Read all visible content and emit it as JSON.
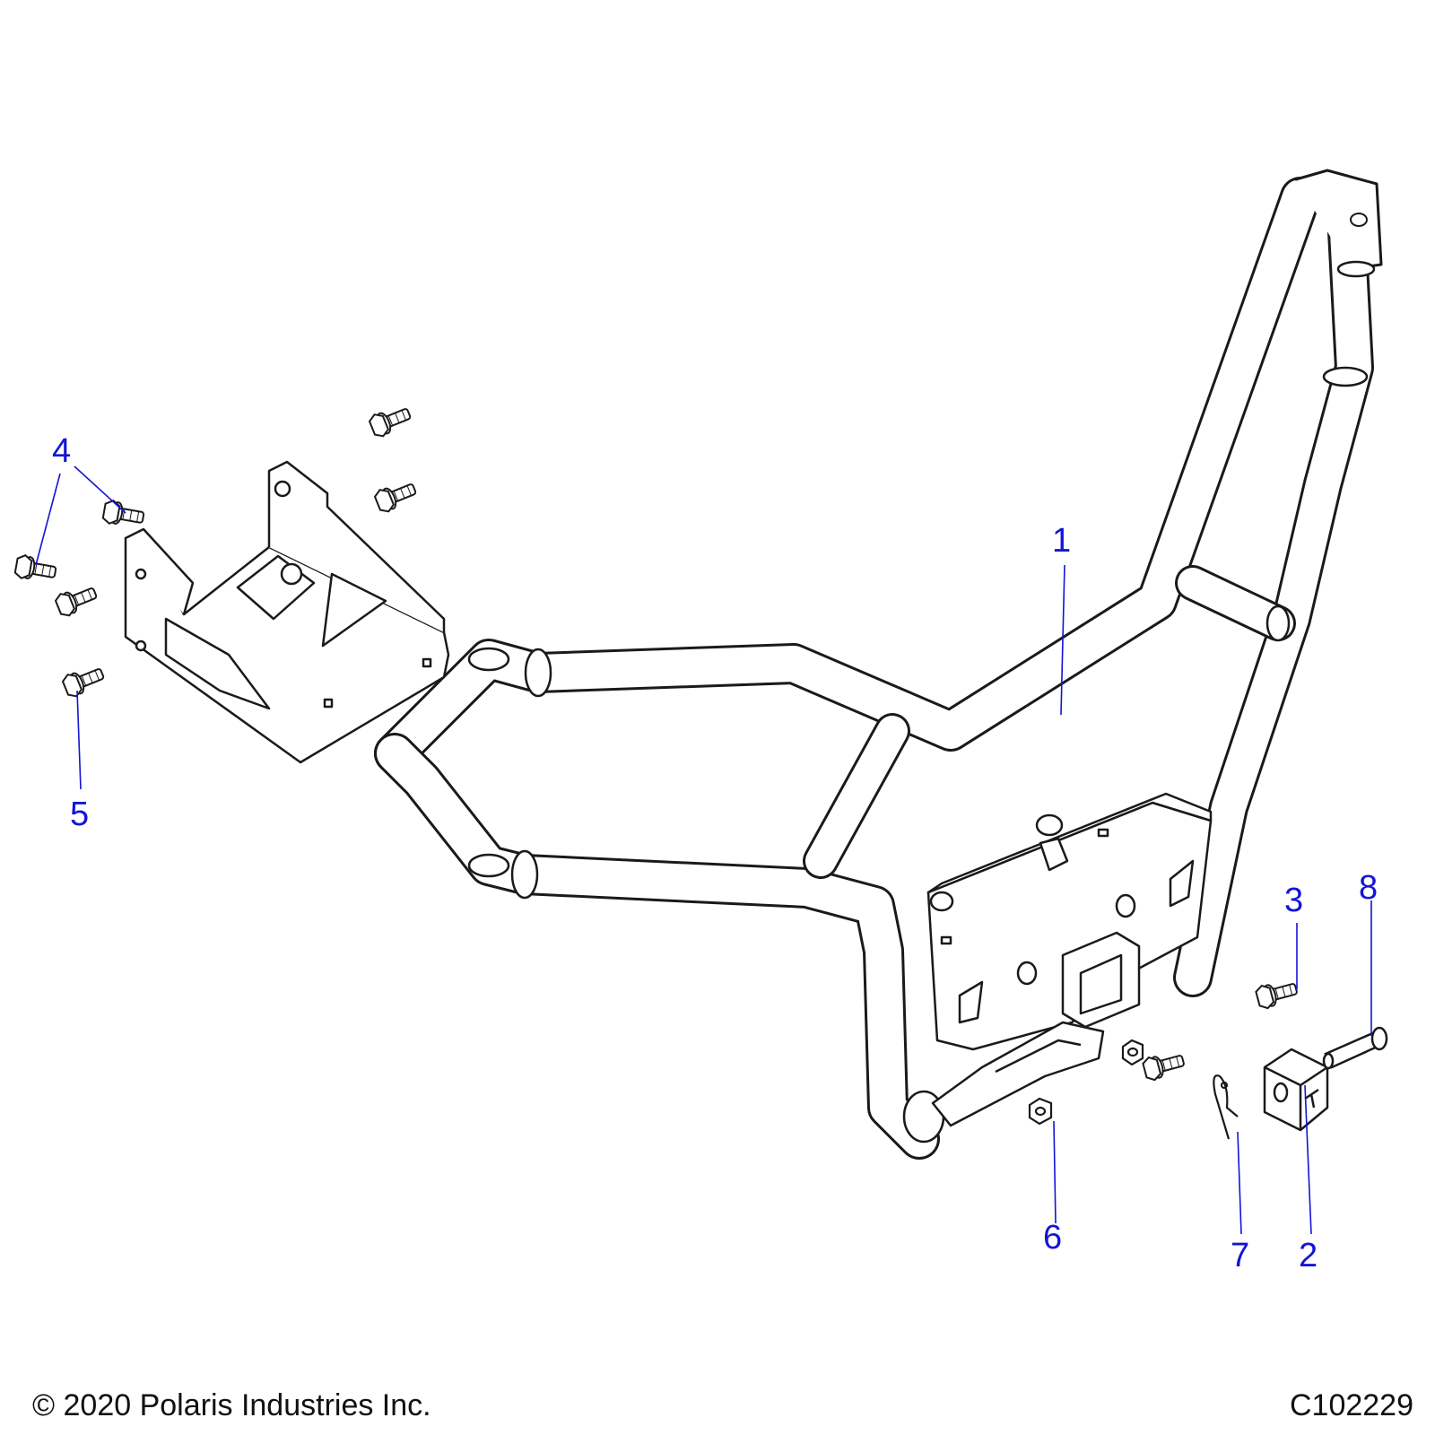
{
  "diagram": {
    "callouts": [
      "1",
      "2",
      "3",
      "4",
      "5",
      "6",
      "7",
      "8"
    ],
    "parts": {
      "bumper": "bumper-tube-assembly",
      "bracket": "mounting-bracket",
      "hitch_cap": "hitch-cover",
      "pin": "hitch-pin",
      "clip": "hair-pin-clip"
    }
  },
  "footer": {
    "copyright": "© 2020 Polaris Industries Inc.",
    "drawing_id": "C102229"
  },
  "colors": {
    "callout": "#1414d6",
    "line": "#1a1a1a",
    "part_fill": "#ffffff"
  }
}
